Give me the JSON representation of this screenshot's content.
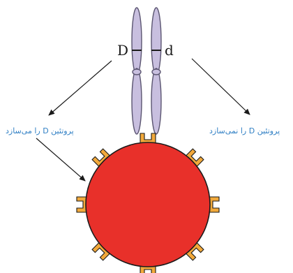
{
  "alleles": {
    "left": "D",
    "right": "d"
  },
  "labels": {
    "left": "پروتئین D را می‌سازد",
    "right": "پروتئین D را نمی‌سازد"
  },
  "colors": {
    "chromosome_fill": "#c8bfdf",
    "chromosome_stroke": "#5a5470",
    "cell_fill": "#e8302a",
    "cell_stroke": "#1a1a1a",
    "receptor_fill": "#f2a93b",
    "arrow": "#1a1a1a",
    "protein_text": "#2f7fc4"
  }
}
